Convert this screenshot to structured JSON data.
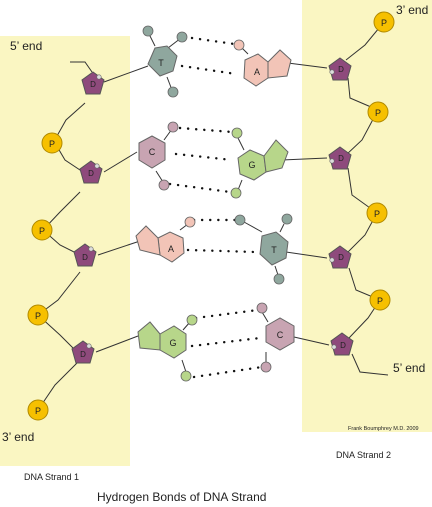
{
  "labels": {
    "strand1_top": "5’ end",
    "strand1_bottom": "3’ end",
    "strand2_top": "3’ end",
    "strand2_bottom": "5’ end",
    "strand1_name": "DNA Strand 1",
    "strand2_name": "DNA Strand 2",
    "credit": "Frank Boumphrey M.D. 2009",
    "caption": "Hydrogen Bonds of DNA Strand"
  },
  "symbols": {
    "phosphate": "P",
    "deoxyribose": "D"
  },
  "base_pairs": [
    {
      "left": "T",
      "right": "A"
    },
    {
      "left": "C",
      "right": "G"
    },
    {
      "left": "A",
      "right": "T"
    },
    {
      "left": "G",
      "right": "C"
    }
  ],
  "colors": {
    "strand_band": "#faf6c2",
    "phosphate": "#f6c000",
    "sugar": "#8e4a7c",
    "thymine": "#8fa79e",
    "adenine": "#f2c4b7",
    "cytosine": "#c8a4b2",
    "guanine": "#b7d68a"
  }
}
